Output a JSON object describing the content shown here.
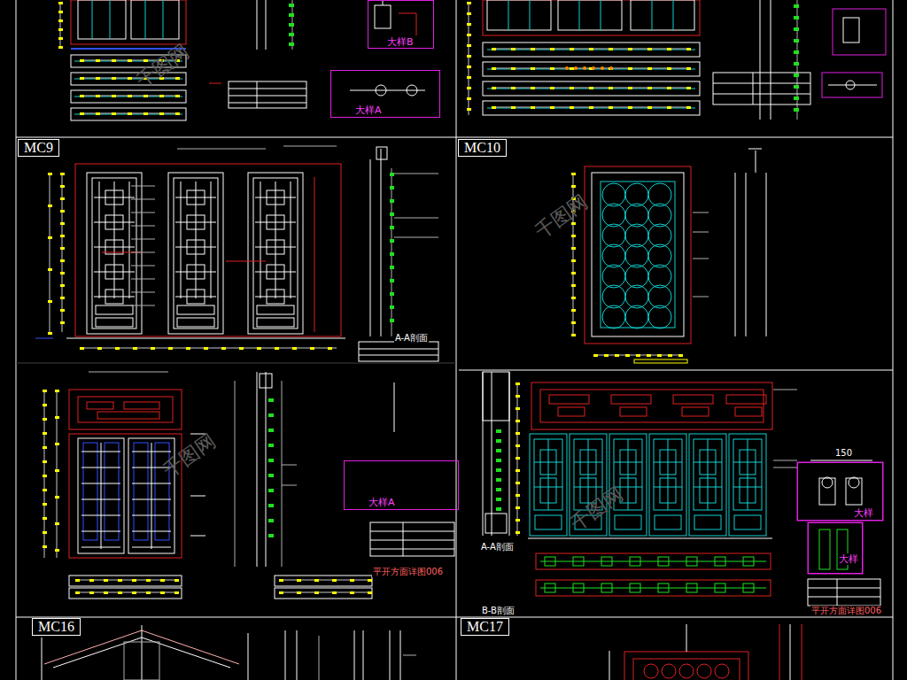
{
  "diagram": {
    "nodes": [
      {
        "text": [
          "MC9"
        ]
      },
      {
        "text": [
          "MC10"
        ]
      },
      {
        "text": [
          "MC16"
        ]
      },
      {
        "text": [
          "MC17"
        ]
      },
      {
        "text": [
          "大样B"
        ]
      },
      {
        "text": [
          "大样A"
        ]
      },
      {
        "text": [
          "大样A"
        ]
      },
      {
        "text": [
          "大样"
        ]
      },
      {
        "text": [
          "大样"
        ]
      }
    ],
    "labels": [
      "A-A剖面",
      "A-A剖面",
      "B-B剖面",
      "150",
      "平开方面详图006",
      "平开方面详图006",
      "千图网",
      "千图网",
      "千图网",
      "千图网"
    ]
  }
}
